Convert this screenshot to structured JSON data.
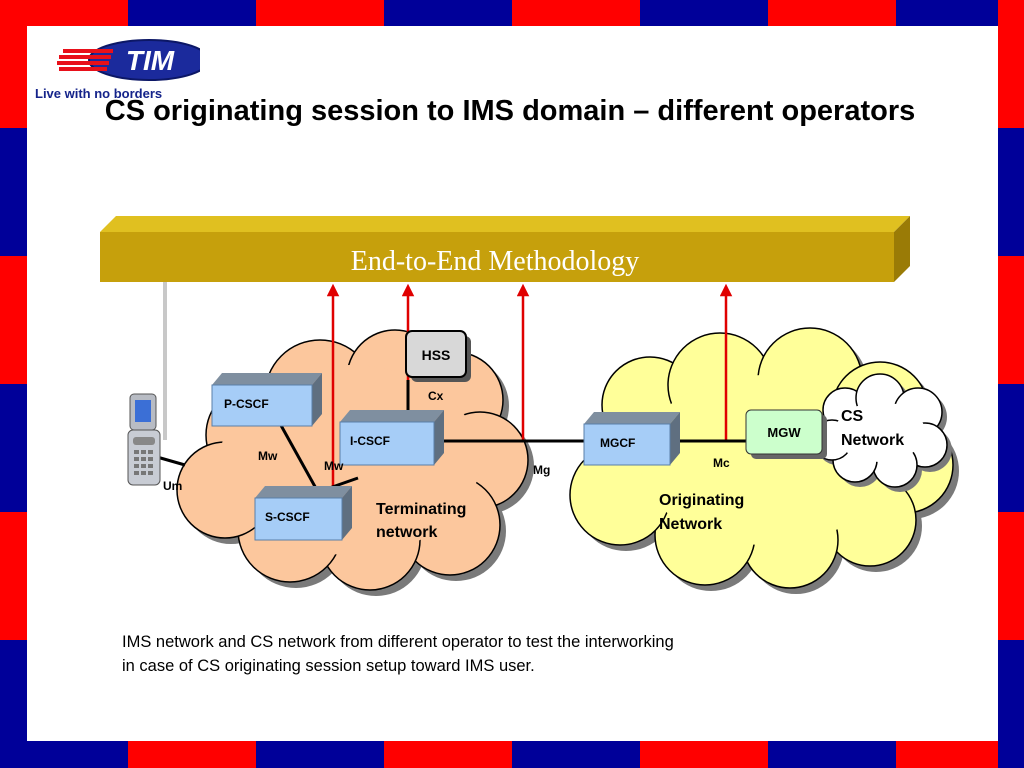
{
  "logo": {
    "brand": "TIM",
    "tagline": "Live with no borders"
  },
  "slide": {
    "title": "CS originating session to IMS domain – different operators",
    "banner": "End-to-End Methodology",
    "description": "IMS network and CS network from different operator to test the interworking in case of CS originating session setup toward IMS user."
  },
  "diagram": {
    "nodes": {
      "hss": "HSS",
      "pcscf": "P-CSCF",
      "icscf": "I-CSCF",
      "scscf": "S-CSCF",
      "mgcf": "MGCF",
      "mgw": "MGW"
    },
    "interfaces": {
      "cx": "Cx",
      "mw1": "Mw",
      "mw2": "Mw",
      "mg": "Mg",
      "mc": "Mc",
      "um": "Um"
    },
    "networks": {
      "terminating": [
        "Terminating",
        "network"
      ],
      "originating": [
        "Originating",
        "Network"
      ],
      "cs": [
        "CS",
        "Network"
      ]
    }
  },
  "colors": {
    "border_red": "#ff0000",
    "border_blue": "#000099",
    "banner": "#c6a00c",
    "terminating_cloud": "#fcc79d",
    "originating_cloud": "#ffff99",
    "node_blue": "#a6cdf7",
    "mgw_green": "#ccffcc",
    "arrow_red": "#e00000"
  }
}
